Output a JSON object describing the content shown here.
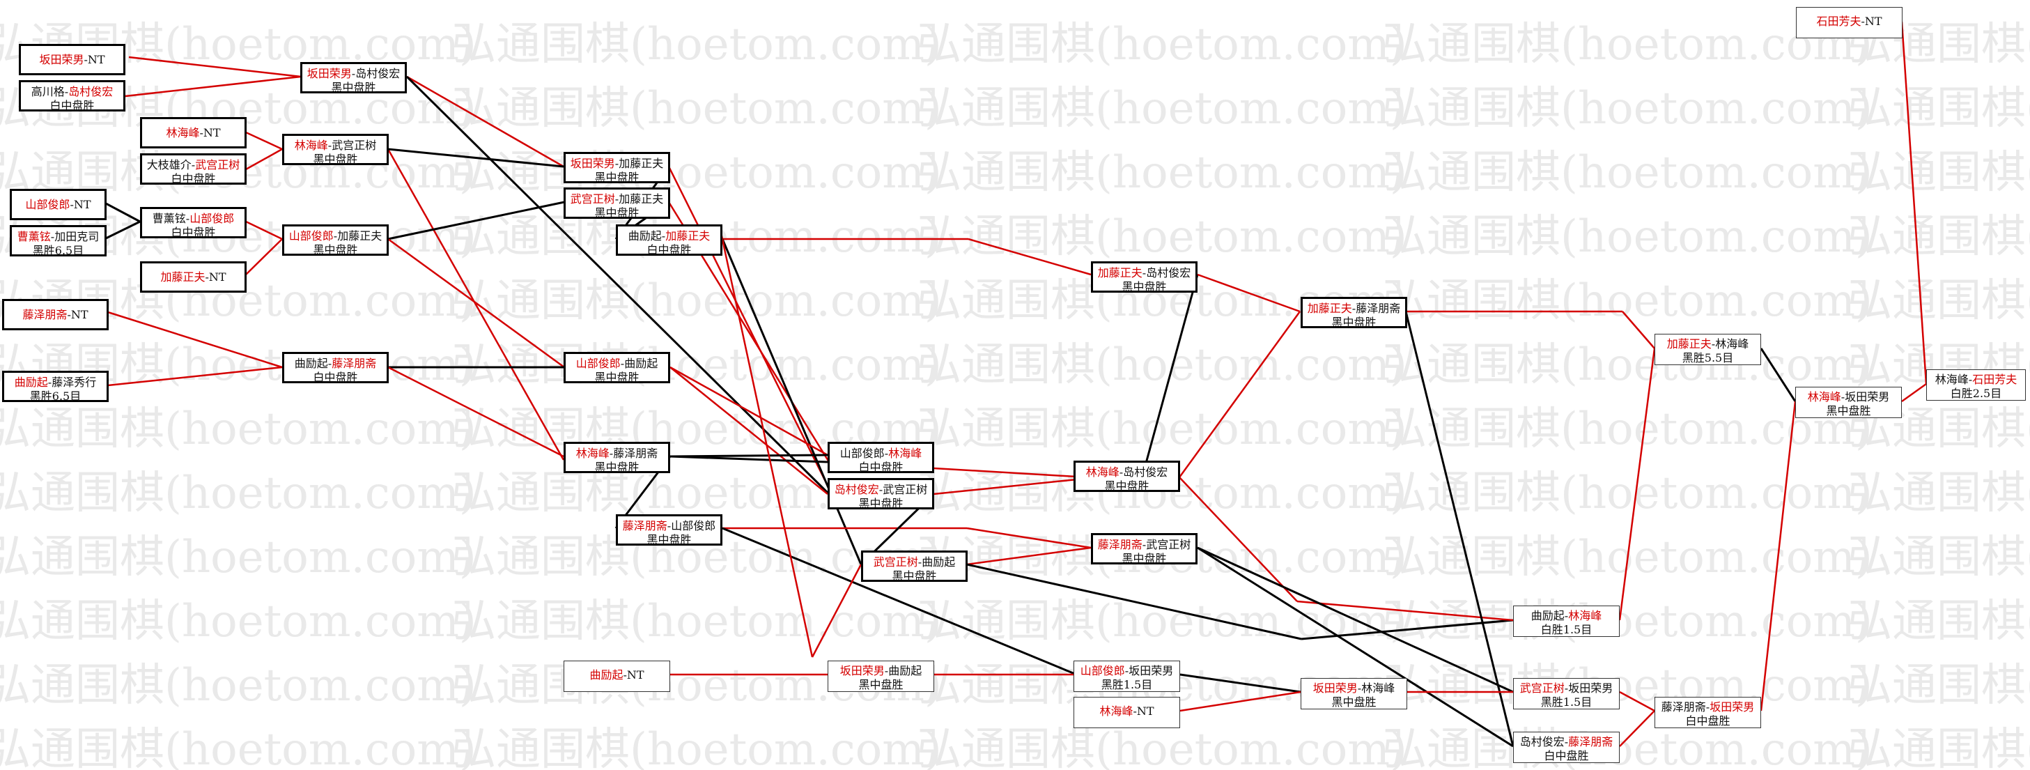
{
  "watermark": {
    "text": "弘通围棋(hoetom.com)"
  },
  "colors": {
    "winner": "#d40000",
    "line_red": "#d40000",
    "line_black": "#000000"
  },
  "nodes": {
    "r1_1": {
      "a": "坂田荣男",
      "b": "NT",
      "w": "a"
    },
    "r1_2": {
      "a": "高川格",
      "b": "岛村俊宏",
      "w": "b",
      "r": "白中盘胜"
    },
    "r1_3": {
      "a": "林海峰",
      "b": "NT",
      "w": "a"
    },
    "r1_4": {
      "a": "大枝雄介",
      "b": "武宫正树",
      "w": "b",
      "r": "白中盘胜"
    },
    "r0_1": {
      "a": "山部俊郎",
      "b": "NT",
      "w": "a"
    },
    "r0_2": {
      "a": "曹薰铉",
      "b": "加田克司",
      "w": "a",
      "r": "黑胜6.5目"
    },
    "r1_5": {
      "a": "曹薰铉",
      "b": "山部俊郎",
      "w": "b",
      "r": "白中盘胜"
    },
    "r1_6": {
      "a": "加藤正夫",
      "b": "NT",
      "w": "a"
    },
    "r0_3": {
      "a": "藤泽朋斋",
      "b": "NT",
      "w": "a"
    },
    "r0_4": {
      "a": "曲励起",
      "b": "藤泽秀行",
      "w": "a",
      "r": "黑胜6.5目"
    },
    "r2_1": {
      "a": "坂田荣男",
      "b": "岛村俊宏",
      "w": "a",
      "r": "黑中盘胜"
    },
    "r2_2": {
      "a": "林海峰",
      "b": "武宫正树",
      "w": "a",
      "r": "黑中盘胜"
    },
    "r2_3": {
      "a": "山部俊郎",
      "b": "加藤正夫",
      "w": "a",
      "r": "黑中盘胜"
    },
    "r2_4": {
      "a": "曲励起",
      "b": "藤泽朋斋",
      "w": "b",
      "r": "白中盘胜"
    },
    "r3_1": {
      "a": "坂田荣男",
      "b": "加藤正夫",
      "w": "a",
      "r": "黑中盘胜"
    },
    "r3_2": {
      "a": "武宫正树",
      "b": "加藤正夫",
      "w": "a",
      "r": "黑中盘胜"
    },
    "r3_3": {
      "a": "曲励起",
      "b": "加藤正夫",
      "w": "b",
      "r": "白中盘胜"
    },
    "r3_4": {
      "a": "山部俊郎",
      "b": "曲励起",
      "w": "a",
      "r": "黑中盘胜"
    },
    "r3_5": {
      "a": "林海峰",
      "b": "藤泽朋斋",
      "w": "a",
      "r": "黑中盘胜"
    },
    "r3_6": {
      "a": "藤泽朋斋",
      "b": "山部俊郎",
      "w": "a",
      "r": "黑中盘胜"
    },
    "r3_7": {
      "a": "曲励起",
      "b": "NT",
      "w": "a"
    },
    "r4_1": {
      "a": "山部俊郎",
      "b": "林海峰",
      "w": "b",
      "r": "白中盘胜"
    },
    "r4_2": {
      "a": "岛村俊宏",
      "b": "武宫正树",
      "w": "a",
      "r": "黑中盘胜"
    },
    "r4_3": {
      "a": "武宫正树",
      "b": "曲励起",
      "w": "a",
      "r": "黑中盘胜"
    },
    "r4_4": {
      "a": "坂田荣男",
      "b": "曲励起",
      "w": "a",
      "r": "黑中盘胜"
    },
    "r5_1": {
      "a": "加藤正夫",
      "b": "岛村俊宏",
      "w": "a",
      "r": "黑中盘胜"
    },
    "r5_2": {
      "a": "林海峰",
      "b": "岛村俊宏",
      "w": "a",
      "r": "黑中盘胜"
    },
    "r5_3": {
      "a": "藤泽朋斋",
      "b": "武宫正树",
      "w": "a",
      "r": "黑中盘胜"
    },
    "r5_4": {
      "a": "山部俊郎",
      "b": "坂田荣男",
      "w": "a",
      "r": "黑胜1.5目"
    },
    "r5_5": {
      "a": "林海峰",
      "b": "NT",
      "w": "a"
    },
    "r6_1": {
      "a": "加藤正夫",
      "b": "藤泽朋斋",
      "w": "a",
      "r": "黑中盘胜"
    },
    "r6_2": {
      "a": "坂田荣男",
      "b": "林海峰",
      "w": "a",
      "r": "黑中盘胜"
    },
    "r7_1": {
      "a": "曲励起",
      "b": "林海峰",
      "w": "b",
      "r": "白胜1.5目"
    },
    "r7_2": {
      "a": "武宫正树",
      "b": "坂田荣男",
      "w": "a",
      "r": "黑胜1.5目"
    },
    "r7_3": {
      "a": "岛村俊宏",
      "b": "藤泽朋斋",
      "w": "b",
      "r": "白中盘胜"
    },
    "r8_1": {
      "a": "加藤正夫",
      "b": "林海峰",
      "w": "a",
      "r": "黑胜5.5目"
    },
    "r8_2": {
      "a": "藤泽朋斋",
      "b": "坂田荣男",
      "w": "b",
      "r": "白中盘胜"
    },
    "r9_1": {
      "a": "林海峰",
      "b": "坂田荣男",
      "w": "a",
      "r": "黑中盘胜"
    },
    "r9_2": {
      "a": "石田芳夫",
      "b": "NT",
      "w": "a"
    },
    "r10_1": {
      "a": "林海峰",
      "b": "石田芳夫",
      "w": "b",
      "r": "白胜2.5目"
    }
  }
}
